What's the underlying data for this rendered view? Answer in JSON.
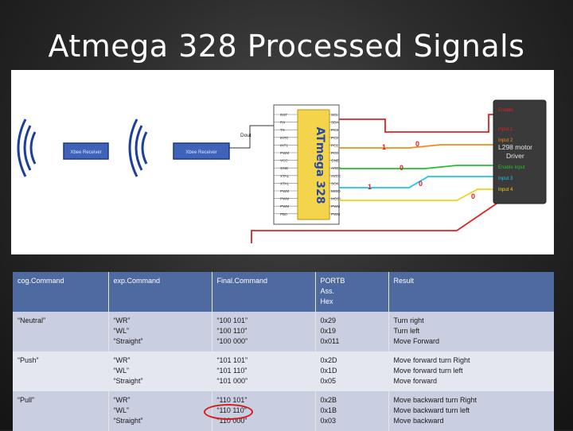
{
  "slide": {
    "title": "Atmega 328 Processed Signals"
  },
  "diagram": {
    "sensor1_label": "Xbee Receiver",
    "sensor2_label": "Xbee Receiver",
    "dout_label": "Dout",
    "chip_name": "ATmega 328",
    "left_pins": [
      "RST",
      "RX",
      "TX",
      "INT0",
      "INT1",
      "PWM",
      "VCC",
      "GND",
      "XTAL",
      "XTAL",
      "PWM",
      "PWM",
      "PWM",
      "PB0"
    ],
    "right_pins": [
      "SCL",
      "SDA",
      "PC3",
      "PC2",
      "PC1",
      "PC0",
      "GND",
      "AREF",
      "AVCC",
      "SCK",
      "MISO",
      "MOSI",
      "PWM",
      "PWM"
    ],
    "motor_title": "L298 motor Driver",
    "motor_inputs": [
      "Enable",
      "Input 1",
      "Input 2",
      "Enable Input",
      "Input 3",
      "Input 4"
    ],
    "bit_labels": [
      "1",
      "0",
      "0",
      "1",
      "0",
      "0"
    ],
    "colors": {
      "red": "#e02020",
      "orange": "#f08c1a",
      "green": "#22c02a",
      "cyan": "#1ec6e6",
      "yellow": "#f2d21a",
      "chip": "#f3d44a",
      "driver": "#3a3a3a",
      "receiver": "#3f63b8"
    }
  },
  "table": {
    "headers": [
      "cog.Command",
      "exp.Command",
      "Final.Command",
      [
        "PORTB",
        "Ass.",
        "Hex"
      ],
      "Result"
    ],
    "rows": [
      {
        "cog": "“Neutral”",
        "exp": [
          "“WR”",
          "“WL”",
          "“Straight”"
        ],
        "final": [
          "“100 101”",
          "“100 110”",
          "“100 000”"
        ],
        "hex": [
          "0x29",
          "0x19",
          "0x011"
        ],
        "result": [
          "Turn right",
          "Turn left",
          "Move Forward"
        ]
      },
      {
        "cog": "“Push”",
        "exp": [
          "“WR”",
          "“WL”",
          "“Straight”"
        ],
        "final": [
          "“101 101”",
          "“101 110”",
          "“101 000”"
        ],
        "hex": [
          "0x2D",
          "0x1D",
          "0x05"
        ],
        "result": [
          "Move forward turn Right",
          "Move forward turn left",
          "Move forward"
        ]
      },
      {
        "cog": "“Pull”",
        "exp": [
          "“WR”",
          "“WL”",
          "“Straight”"
        ],
        "final": [
          "“110 101”",
          "“110 110”",
          "“110 000”"
        ],
        "hex": [
          "0x2B",
          "0x1B",
          "0x03"
        ],
        "result": [
          "Move backward turn Right",
          "Move backward turn left",
          "Move backward"
        ]
      }
    ],
    "highlight_color": "#d21f1f"
  }
}
